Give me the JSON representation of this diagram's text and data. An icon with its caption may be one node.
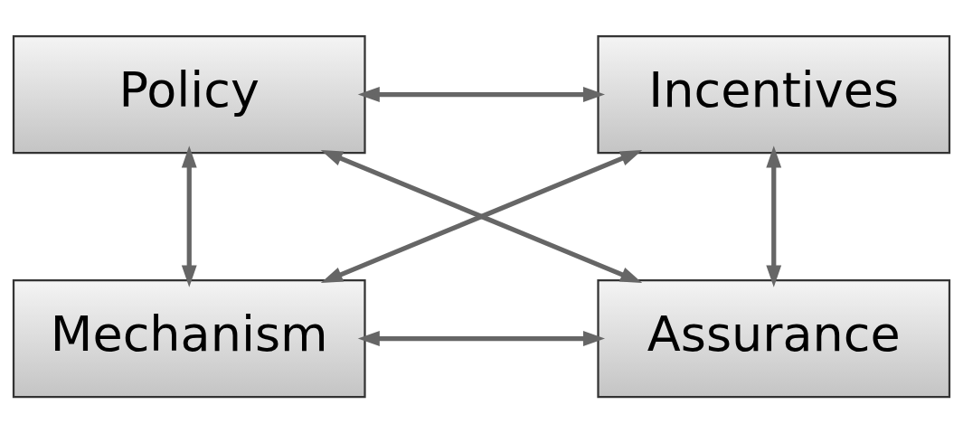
{
  "diagram": {
    "nodes": [
      {
        "text": [
          "Policy"
        ]
      },
      {
        "text": [
          "Incentives"
        ]
      },
      {
        "text": [
          "Mechanism"
        ]
      },
      {
        "text": [
          "Assurance"
        ]
      }
    ],
    "edges": [
      {
        "from": 0,
        "to": 1,
        "arrow": "both"
      },
      {
        "from": 0,
        "to": 2,
        "arrow": "both"
      },
      {
        "from": 1,
        "to": 3,
        "arrow": "both"
      },
      {
        "from": 0,
        "to": 3,
        "arrow": "both"
      },
      {
        "from": 1,
        "to": 2,
        "arrow": "both"
      },
      {
        "from": 2,
        "to": 3,
        "arrow": "both"
      }
    ]
  }
}
